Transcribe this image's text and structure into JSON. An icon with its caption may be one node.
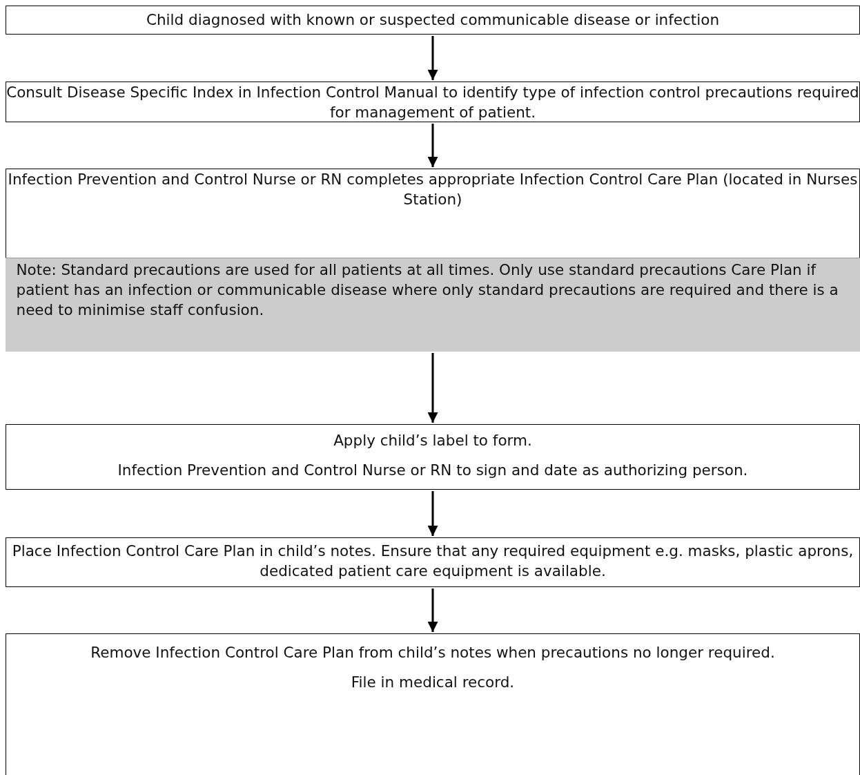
{
  "diagram": {
    "nodes": [
      {
        "text": [
          "Child diagnosed with known or suspected communicable disease or infection"
        ]
      },
      {
        "text": [
          "Consult Disease Specific Index in Infection Control Manual to identify type of infection control precautions required for management of patient."
        ]
      },
      {
        "text": [
          "Infection Prevention and Control Nurse or RN completes appropriate Infection Control Care Plan (located in Nurses Station)"
        ]
      },
      {
        "text": [
          "Note: Standard precautions are used for all patients at all times. Only use standard precautions Care Plan if patient has an infection or communicable disease where only standard precautions are required and there is a need to minimise staff confusion."
        ],
        "in": 2
      },
      {
        "text": [
          "Apply child’s label to form.",
          "Infection Prevention and Control Nurse or RN to sign and date as authorizing person."
        ]
      },
      {
        "text": [
          "Place Infection Control Care Plan in child’s notes. Ensure that any required equipment e.g. masks, plastic aprons, dedicated patient care equipment is available."
        ]
      },
      {
        "text": [
          "Remove Infection Control Care Plan from child’s notes when precautions no longer required.",
          "File in medical record."
        ]
      }
    ],
    "edges": [
      {
        "from": 0,
        "to": 1,
        "arrow": "to"
      },
      {
        "from": 1,
        "to": 2,
        "arrow": "to"
      },
      {
        "from": 2,
        "to": 4,
        "arrow": "to"
      },
      {
        "from": 4,
        "to": 5,
        "arrow": "to"
      },
      {
        "from": 5,
        "to": 6,
        "arrow": "to"
      }
    ]
  }
}
